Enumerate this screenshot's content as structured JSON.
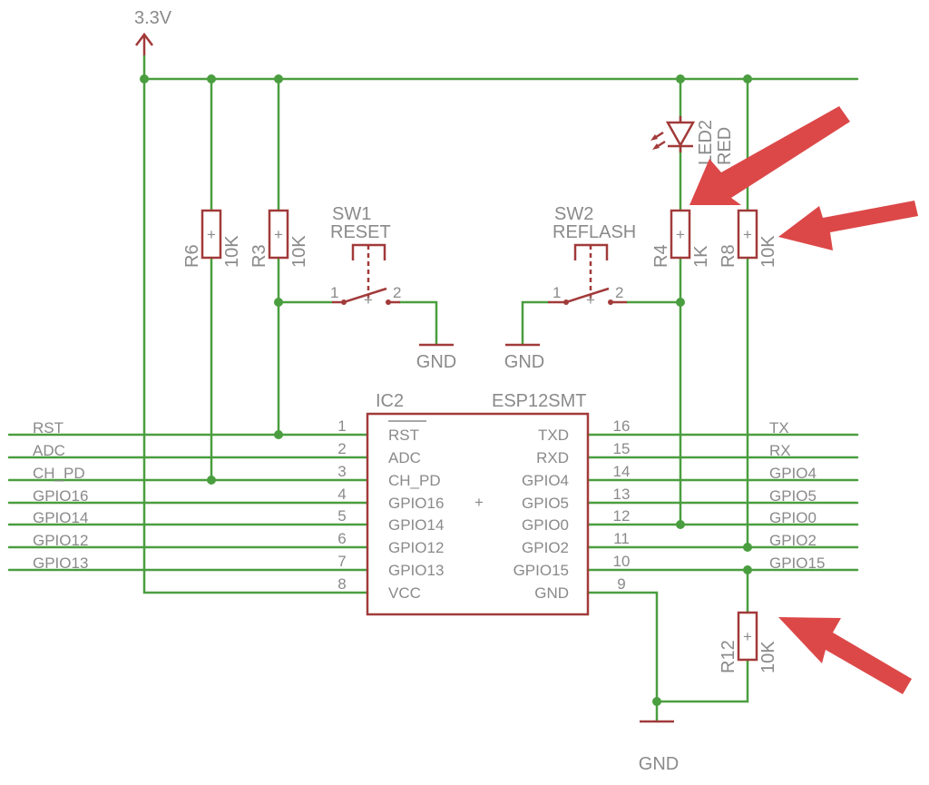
{
  "power": {
    "supply_label": "3.3V"
  },
  "ground_label": "GND",
  "resistors": [
    {
      "name": "R6",
      "value": "10K"
    },
    {
      "name": "R3",
      "value": "10K"
    },
    {
      "name": "R4",
      "value": "1K"
    },
    {
      "name": "R8",
      "value": "10K"
    },
    {
      "name": "R12",
      "value": "10K"
    }
  ],
  "led": {
    "name": "LED2",
    "value": "RED"
  },
  "switches": [
    {
      "name": "SW1",
      "value": "RESET",
      "pin1": "1",
      "pin2": "2"
    },
    {
      "name": "SW2",
      "value": "REFLASH",
      "pin1": "1",
      "pin2": "2"
    }
  ],
  "ic": {
    "name": "IC2",
    "part": "ESP12SMT",
    "center_mark": "+",
    "left_pins": [
      {
        "num": "1",
        "pin": "RST",
        "net": "RST"
      },
      {
        "num": "2",
        "pin": "ADC",
        "net": "ADC"
      },
      {
        "num": "3",
        "pin": "CH_PD",
        "net": "CH_PD"
      },
      {
        "num": "4",
        "pin": "GPIO16",
        "net": "GPIO16"
      },
      {
        "num": "5",
        "pin": "GPIO14",
        "net": "GPIO14"
      },
      {
        "num": "6",
        "pin": "GPIO12",
        "net": "GPIO12"
      },
      {
        "num": "7",
        "pin": "GPIO13",
        "net": "GPIO13"
      },
      {
        "num": "8",
        "pin": "VCC",
        "net": ""
      }
    ],
    "right_pins": [
      {
        "num": "16",
        "pin": "TXD",
        "net": "TX"
      },
      {
        "num": "15",
        "pin": "RXD",
        "net": "RX"
      },
      {
        "num": "14",
        "pin": "GPIO4",
        "net": "GPIO4"
      },
      {
        "num": "13",
        "pin": "GPIO5",
        "net": "GPIO5"
      },
      {
        "num": "12",
        "pin": "GPIO0",
        "net": "GPIO0"
      },
      {
        "num": "11",
        "pin": "GPIO2",
        "net": "GPIO2"
      },
      {
        "num": "10",
        "pin": "GPIO15",
        "net": "GPIO15"
      },
      {
        "num": "9",
        "pin": "GND",
        "net": ""
      }
    ]
  },
  "colors": {
    "wire": "#4a9e3f",
    "component": "#a23a3a",
    "label": "#8a8a8a",
    "highlight_arrow": "#dc4848"
  }
}
